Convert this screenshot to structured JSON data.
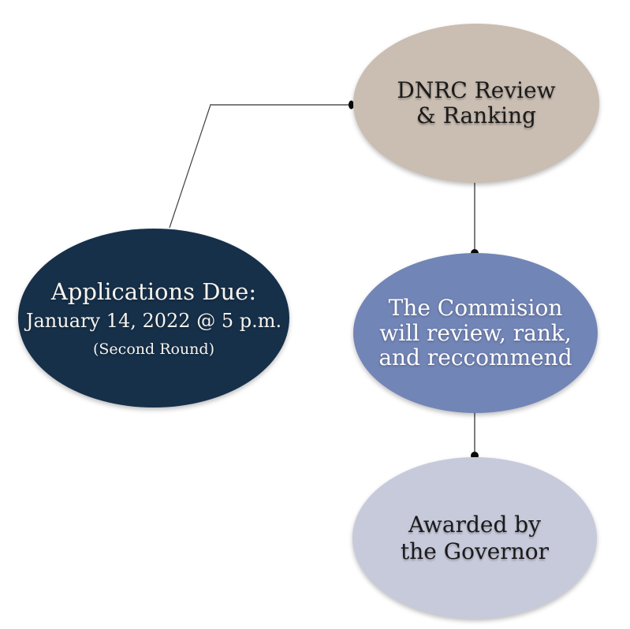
{
  "page": {
    "background": "#ffffff"
  },
  "diagram": {
    "connectors": {
      "line_color": "#7d7d7d",
      "diagonal_line_color": "#3f3f3f",
      "dot_color": "#0a0a0a"
    },
    "nodes": {
      "dnrc_review": {
        "lines": [
          "DNRC Review",
          "& Ranking"
        ],
        "fill": "#cabdb2",
        "text_color": "#1b1b1b"
      },
      "applications_due": {
        "title": "Applications Due:",
        "date": "January 14, 2022 @ 5 p.m.",
        "note": "(Second Round)",
        "fill": "#16304a",
        "text_color": "#f7f4ef"
      },
      "commission": {
        "lines": [
          "The Commision",
          "will review, rank,",
          "and reccommend"
        ],
        "fill": "#7285b7",
        "text_color": "#ffffff"
      },
      "awarded": {
        "lines": [
          "Awarded by",
          "the Governor"
        ],
        "fill": "#c7cadb",
        "text_color": "#1b1b1b"
      }
    }
  }
}
